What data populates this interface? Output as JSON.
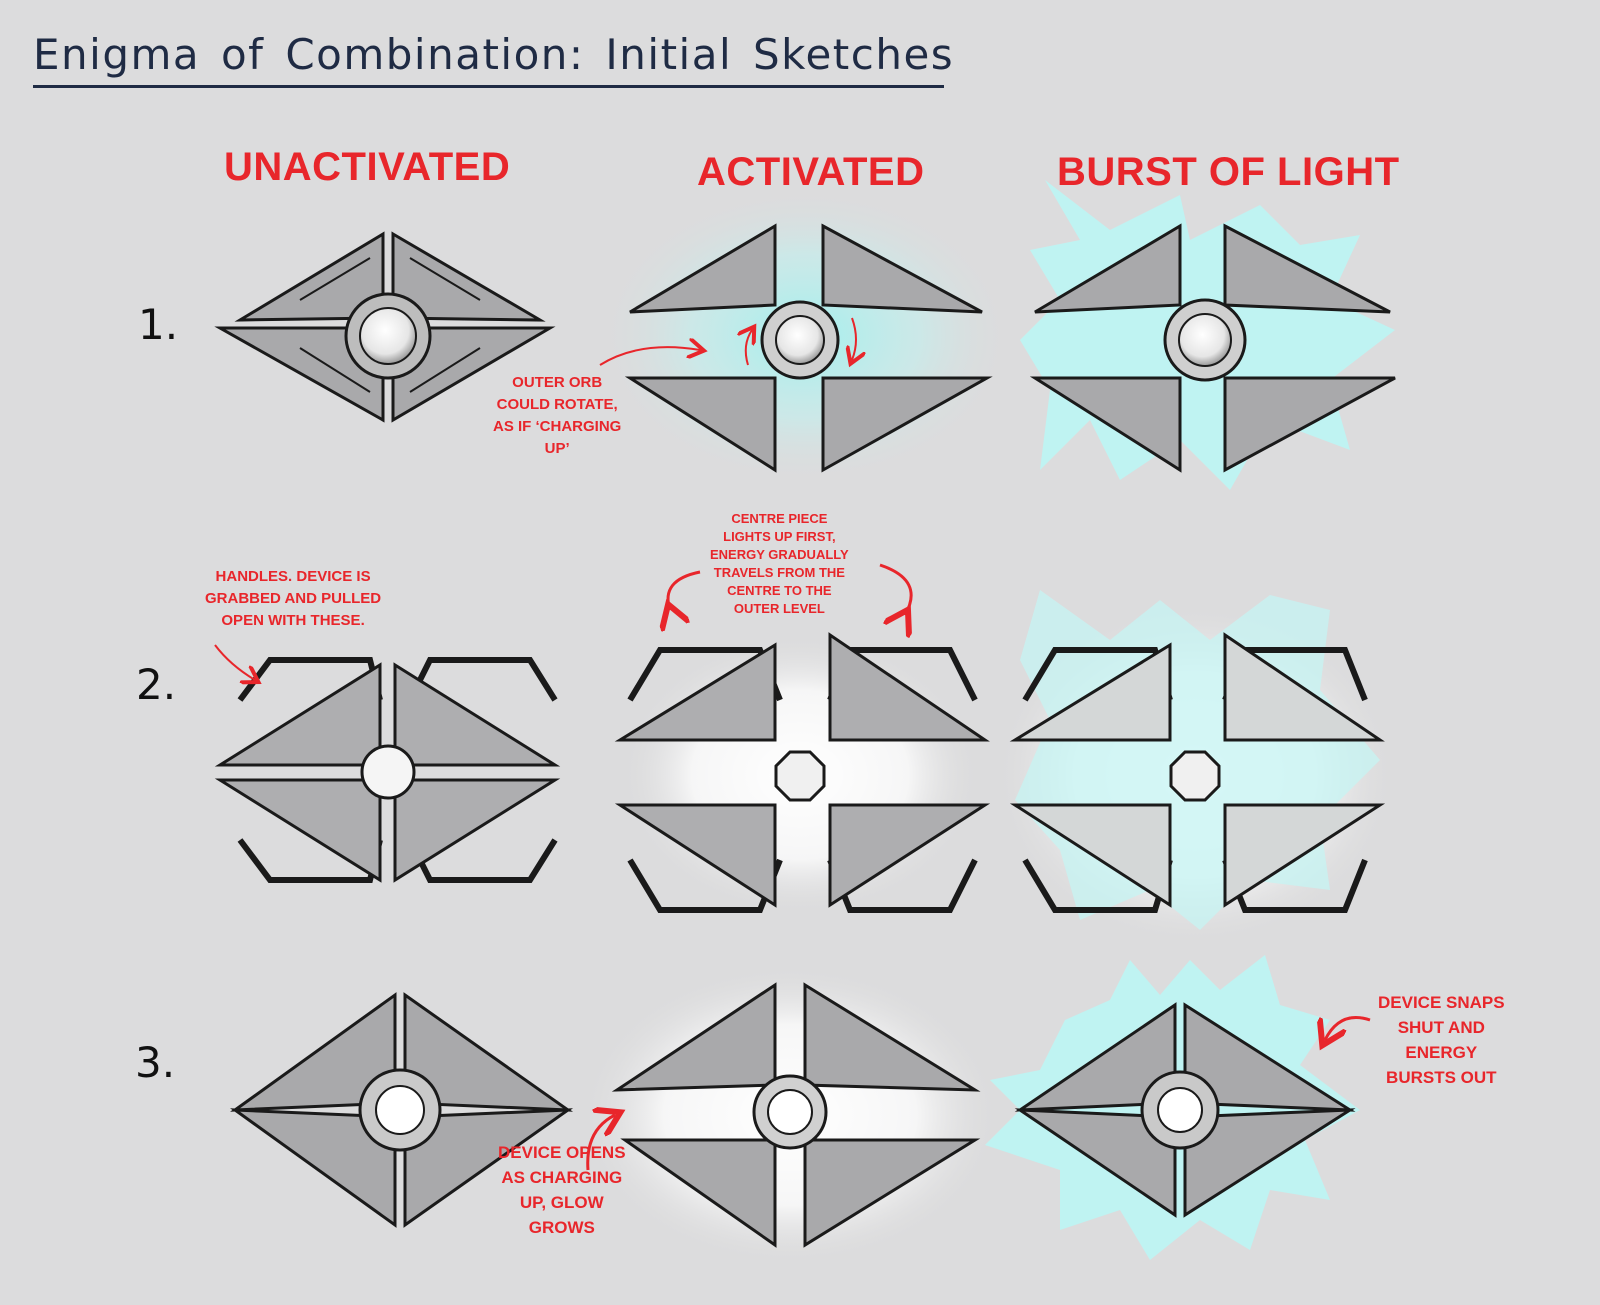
{
  "title": "Enigma of Combination: Initial Sketches",
  "columns": [
    {
      "label": "UNACTIVATED"
    },
    {
      "label": "ACTIVATED"
    },
    {
      "label": "BURST OF LIGHT"
    }
  ],
  "rows": [
    {
      "label": "1."
    },
    {
      "label": "2."
    },
    {
      "label": "3."
    }
  ],
  "annotations": {
    "outer_orb": [
      "OUTER ORB",
      "COULD ROTATE,",
      "AS IF ‘CHARGING",
      "UP’"
    ],
    "handles": [
      "HANDLES. DEVICE IS",
      "GRABBED AND PULLED",
      "OPEN WITH THESE."
    ],
    "centre_piece": [
      "CENTRE PIECE",
      "LIGHTS UP FIRST,",
      "ENERGY GRADUALLY",
      "TRAVELS FROM THE",
      "CENTRE TO THE",
      "OUTER LEVEL"
    ],
    "device_opens": [
      "DEVICE OPENS",
      "AS CHARGING",
      "UP, GLOW",
      "GROWS"
    ],
    "device_snaps": [
      "DEVICE SNAPS",
      "SHUT AND",
      "ENERGY",
      "BURSTS OUT"
    ]
  },
  "colors": {
    "title": "#1f2b44",
    "annotation_red": "#e8262b",
    "energy_glow": "#a8eef0",
    "background": "#dcdcdd",
    "metal": "#a9a9ab",
    "ink": "#1a1a1a"
  }
}
